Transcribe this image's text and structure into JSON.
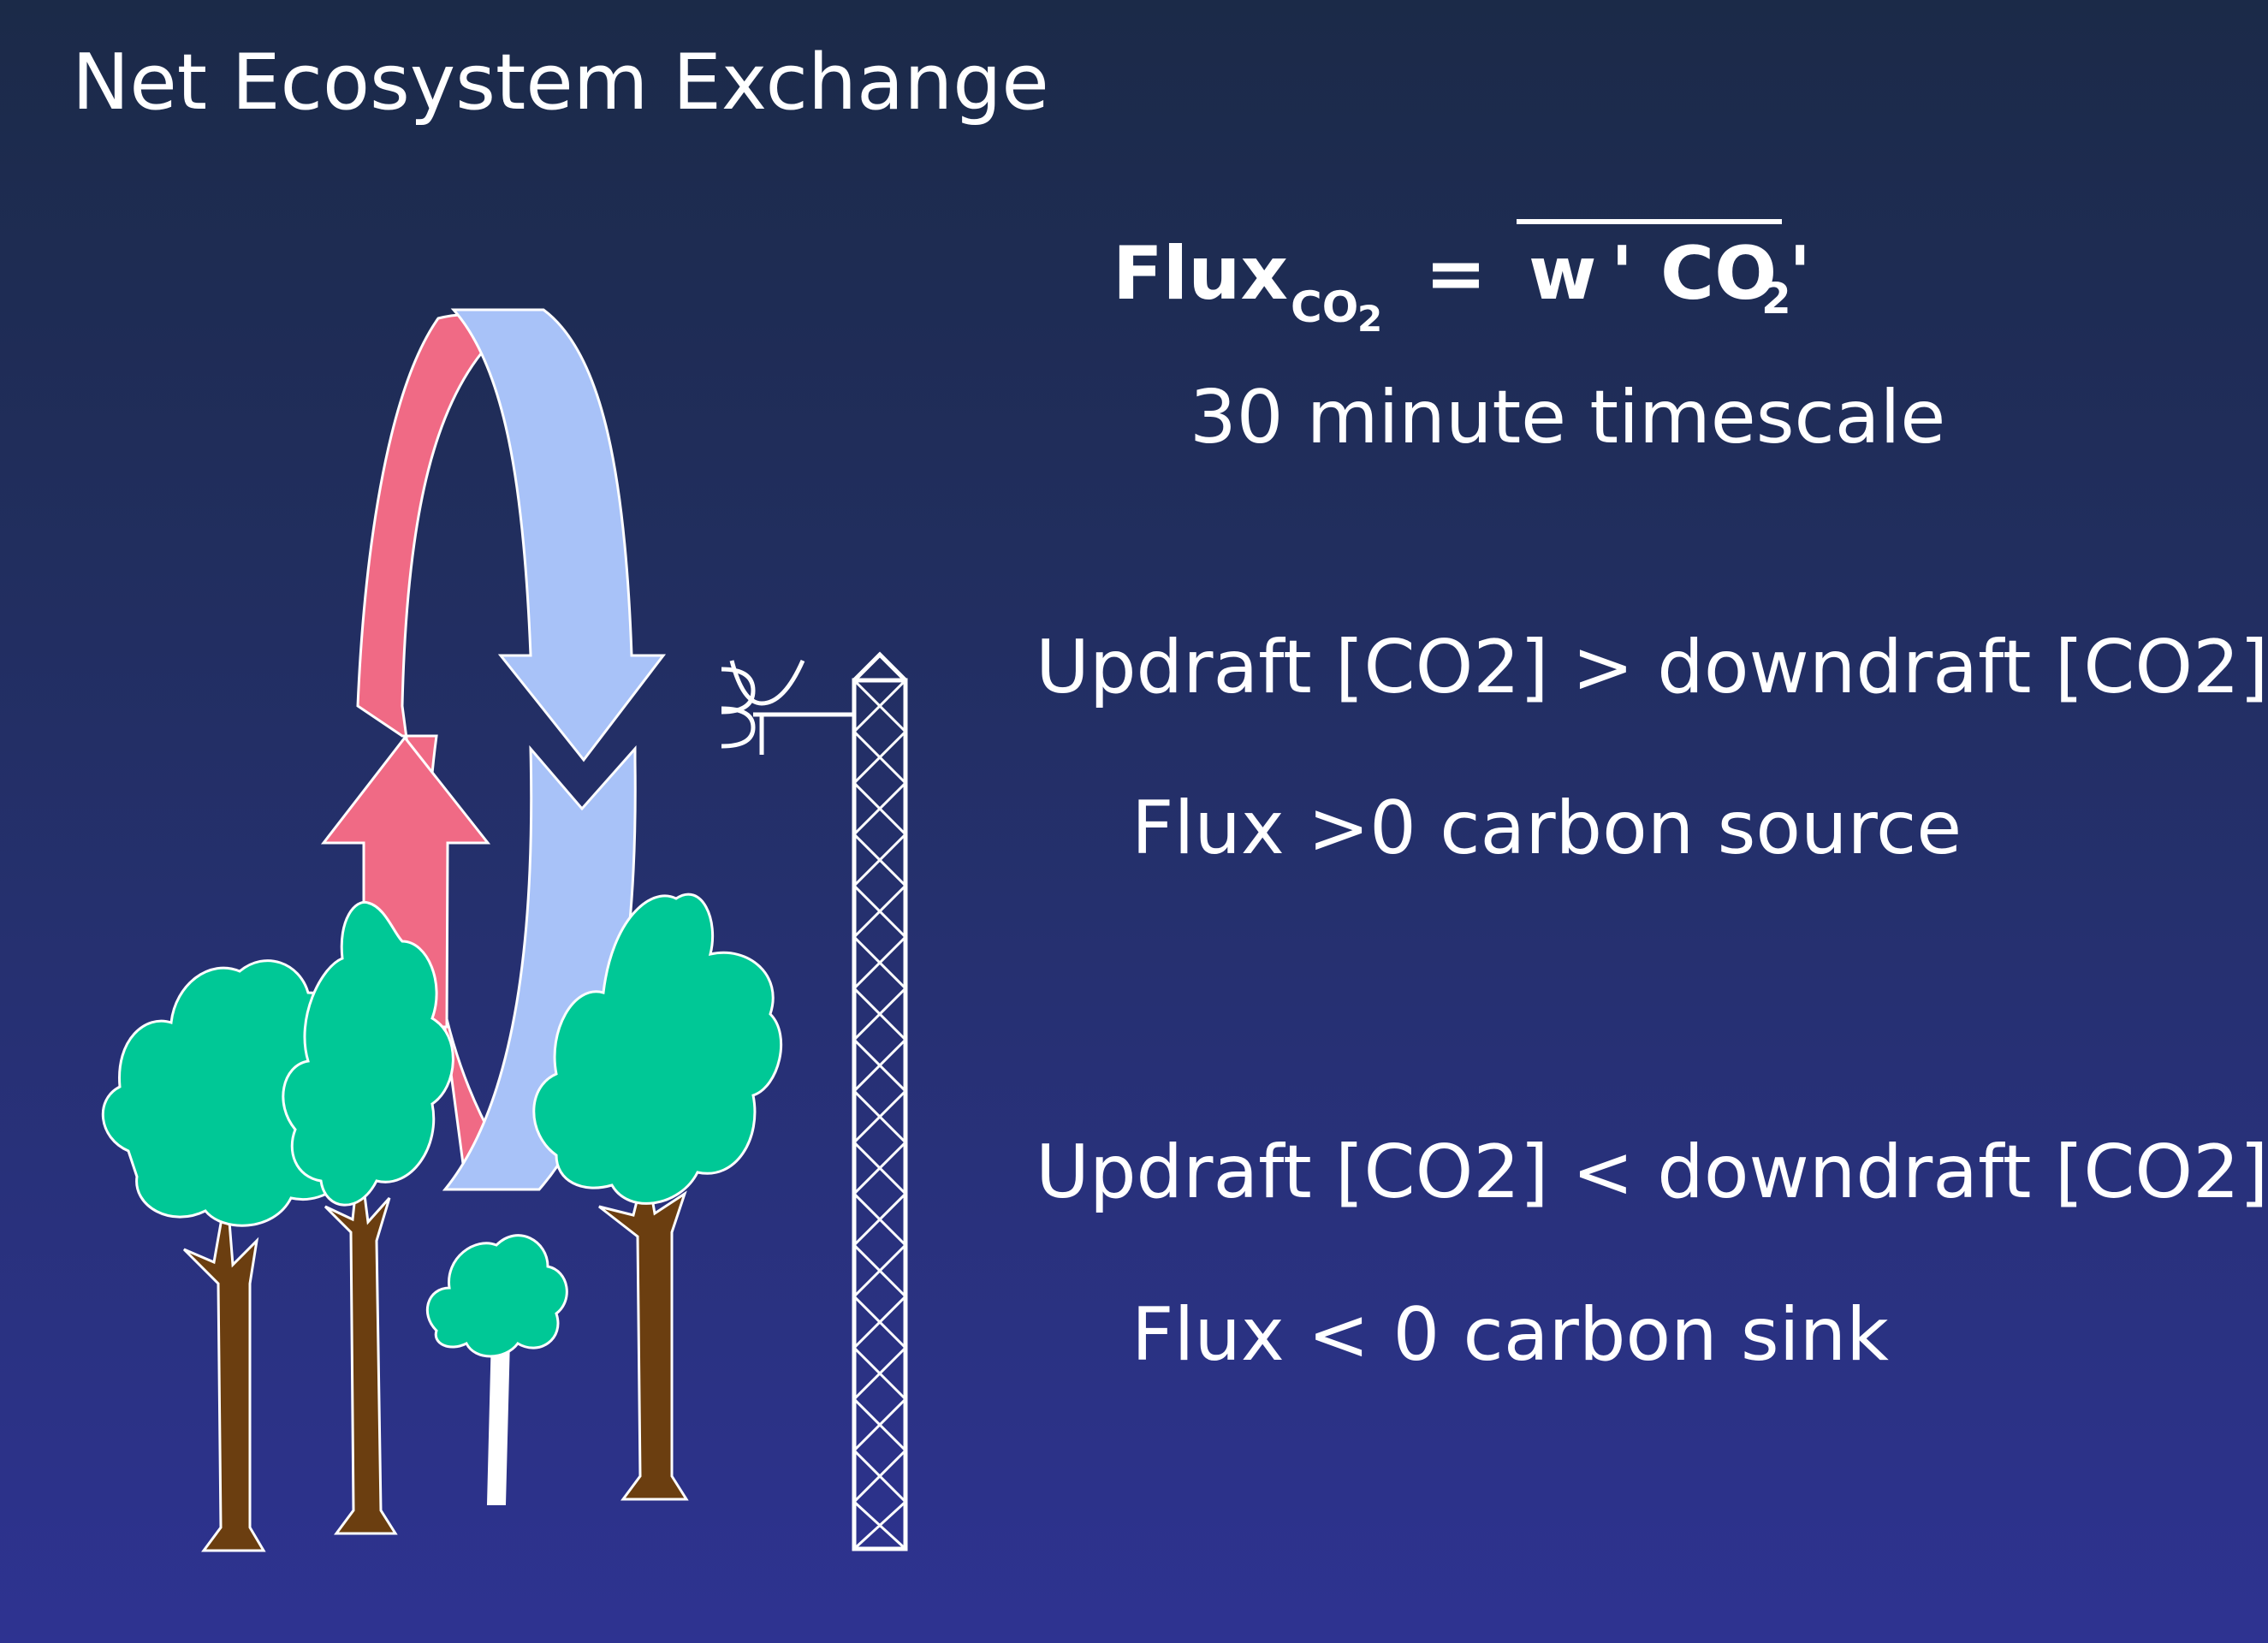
{
  "title": "Net Ecosystem Exchange",
  "formula": {
    "lhs": "Flux",
    "lhs_subscript": "CO",
    "lhs_subscript_index": "2",
    "equals": "=",
    "rhs_w": "w",
    "rhs_prime1": "'",
    "rhs_co": "CO",
    "rhs_co_index": "2",
    "rhs_prime2": "'"
  },
  "timescale": "30 minute timescale",
  "conditions": [
    {
      "condition": "Updraft [CO2] > downdraft [CO2]",
      "result": "Flux >0  carbon source"
    },
    {
      "condition": "Updraft [CO2] < downdraft [CO2]",
      "result": "Flux < 0  carbon sink"
    }
  ],
  "colors": {
    "background_top": "#1b2a48",
    "background_bottom": "#2e3391",
    "updraft_arrow": "#f06a85",
    "downdraft_arrow": "#a8c2f8",
    "foliage": "#00c896",
    "trunk": "#6b3e10",
    "tower": "#ffffff"
  },
  "illustration": {
    "icons": [
      "updraft-arrow-icon",
      "downdraft-arrow-icon",
      "tree-icon",
      "flux-tower-icon",
      "sonic-anemometer-icon"
    ]
  }
}
